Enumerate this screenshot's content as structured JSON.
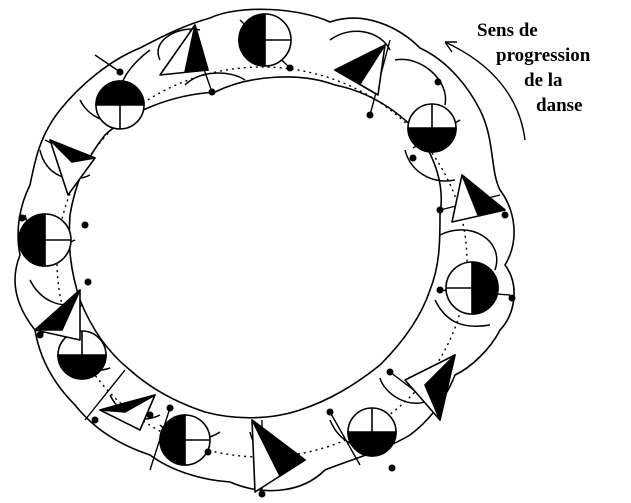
{
  "figure": {
    "caption_lines": [
      "Sens de",
      "progression",
      "de la",
      "danse"
    ],
    "colors": {
      "ink": "#000000",
      "paper": "#ffffff"
    },
    "dancers": {
      "total": 16,
      "circle_markers": 8,
      "triangle_markers": 8
    }
  }
}
